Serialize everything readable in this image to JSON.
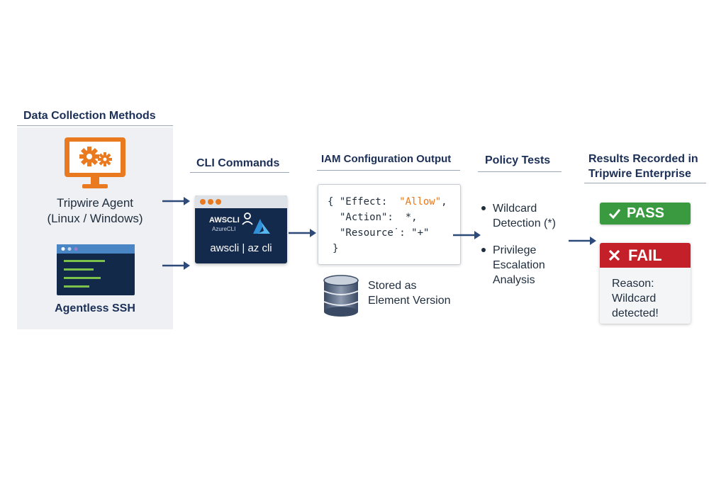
{
  "collection": {
    "heading": "Data Collection Methods",
    "agent_label_line1": "Tripwire Agent",
    "agent_label_line2": "(Linux / Windows)",
    "ssh_label": "Agentless SSH"
  },
  "cli": {
    "heading": "CLI Commands",
    "logo_aws": "AWSCLI",
    "logo_azure": "AzureCLI",
    "command": "awscli | az cli"
  },
  "iam": {
    "heading": "IAM Configuration Output",
    "line1_prefix": "{ \"Effect:  ",
    "line1_value": "\"Allow\"",
    "line1_suffix": ",",
    "line2": "\"Action\":  *,",
    "line3": "\"Resource˙: \"+\"",
    "line4": "}",
    "stored_line1": "Stored as",
    "stored_line2": "Element Version"
  },
  "policy": {
    "heading": "Policy Tests",
    "items": [
      {
        "line1": "Wildcard",
        "line2": "Detection (*)"
      },
      {
        "line1": "Privilege",
        "line2": "Escalation",
        "line3": "Analysis"
      }
    ]
  },
  "results": {
    "heading_line1": "Results Recorded in",
    "heading_line2": "Tripwire Enterprise",
    "pass_label": "PASS",
    "fail_label": "FAIL",
    "reason_line1": "Reason:",
    "reason_line2": "Wildcard",
    "reason_line3": "detected!"
  },
  "colors": {
    "navy": "#1b2f57",
    "orange": "#e8791e",
    "pass_green": "#3a9a3f",
    "fail_red": "#c4202a",
    "arrow": "#2d4a7a"
  }
}
